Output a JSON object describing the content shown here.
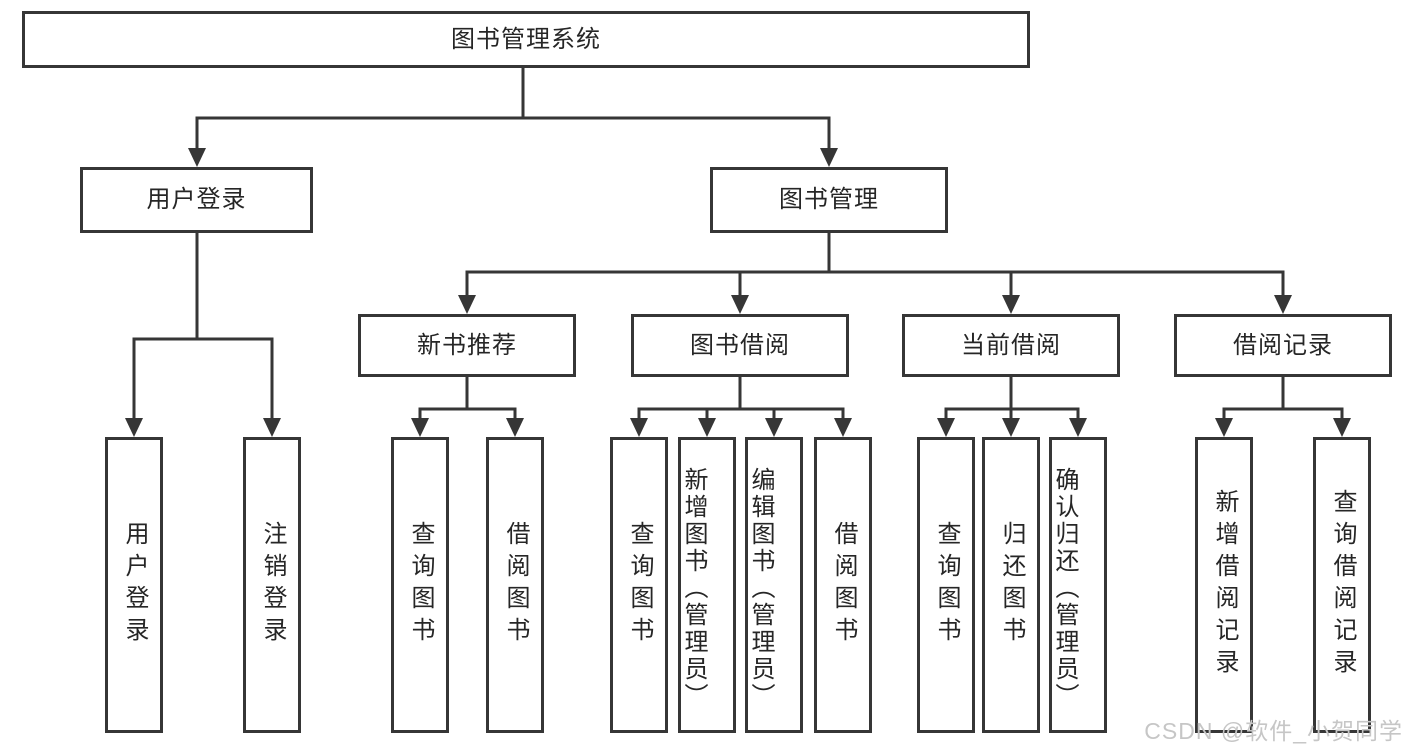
{
  "diagram": {
    "root": "图书管理系统",
    "level1": {
      "user_login": "用户登录",
      "book_mgmt": "图书管理"
    },
    "level2": {
      "new_books": "新书推荐",
      "book_borrow": "图书借阅",
      "current_borrow": "当前借阅",
      "borrow_records": "借阅记录"
    },
    "children": {
      "user_login": [
        "用户登录",
        "注销登录"
      ],
      "new_books": [
        "查询图书",
        "借阅图书"
      ],
      "book_borrow": [
        "查询图书",
        "新增图书（管理员）",
        "编辑图书（管理员）",
        "借阅图书"
      ],
      "current_borrow": [
        "查询图书",
        "归还图书",
        "确认归还（管理员）"
      ],
      "borrow_records": [
        "新增借阅记录",
        "查询借阅记录"
      ]
    }
  },
  "watermark": "CSDN @软件_小贺同学",
  "colors": {
    "line": "#363636",
    "text": "#262626",
    "box_background": "#ffffff",
    "watermark": "#c6c6c6"
  }
}
